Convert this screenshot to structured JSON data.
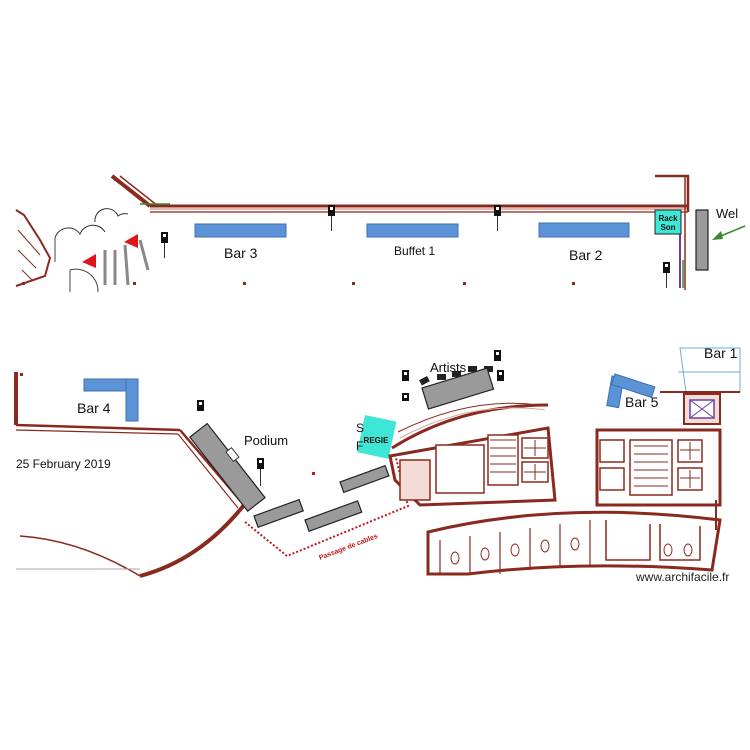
{
  "plan": {
    "date": "25 February 2019",
    "watermark": "www.archifacile.fr",
    "top_section": {
      "labels": {
        "bar3": "Bar 3",
        "buffet1": "Buffet 1",
        "bar2": "Bar 2",
        "welcome_partial": "Wel"
      },
      "rack": {
        "line1": "Rack",
        "line2": "Son"
      }
    },
    "bottom_section": {
      "labels": {
        "bar4": "Bar 4",
        "podium": "Podium",
        "artists": "Artists",
        "bar5": "Bar 5",
        "bar1": "Bar 1",
        "stage_partial_1": "S",
        "stage_partial_2": "F"
      },
      "regie": "REGIE",
      "cable_path": "Passage de cables"
    },
    "colors": {
      "wall": "#8a2a1f",
      "bar": "#5b93d6",
      "stage": "#9a9a9a",
      "regie": "#3ee6d6",
      "rack": "#3ee6d6",
      "door_marker": "#e0141a",
      "cable_path": "#c4161c",
      "arrow": "#3a8a2e"
    }
  }
}
